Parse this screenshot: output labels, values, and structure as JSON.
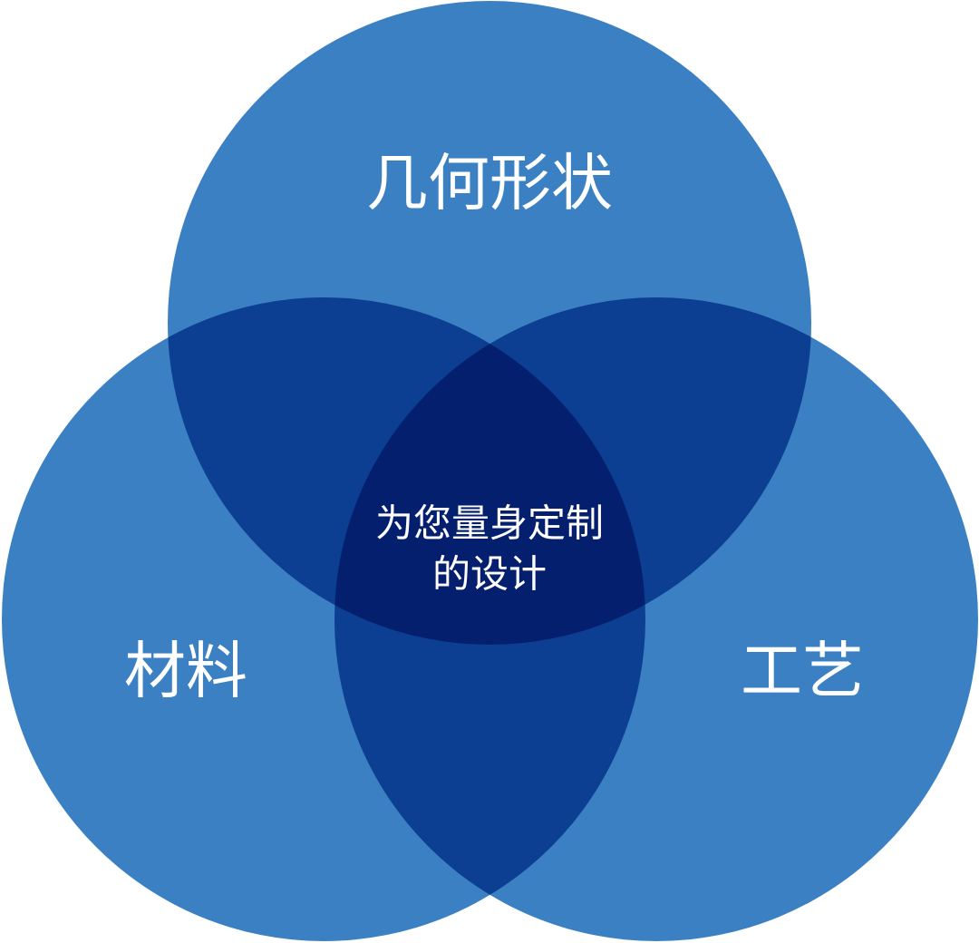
{
  "diagram": {
    "type": "venn",
    "sets": [
      {
        "id": "top",
        "label": "几何形状"
      },
      {
        "id": "left",
        "label": "材料"
      },
      {
        "id": "right",
        "label": "工艺"
      }
    ],
    "center": {
      "line1": "为您量身定制",
      "line2": "的设计"
    },
    "colors": {
      "single": "#3a80c3",
      "pair": "#0c3f91",
      "triple": "#041f6e"
    }
  }
}
